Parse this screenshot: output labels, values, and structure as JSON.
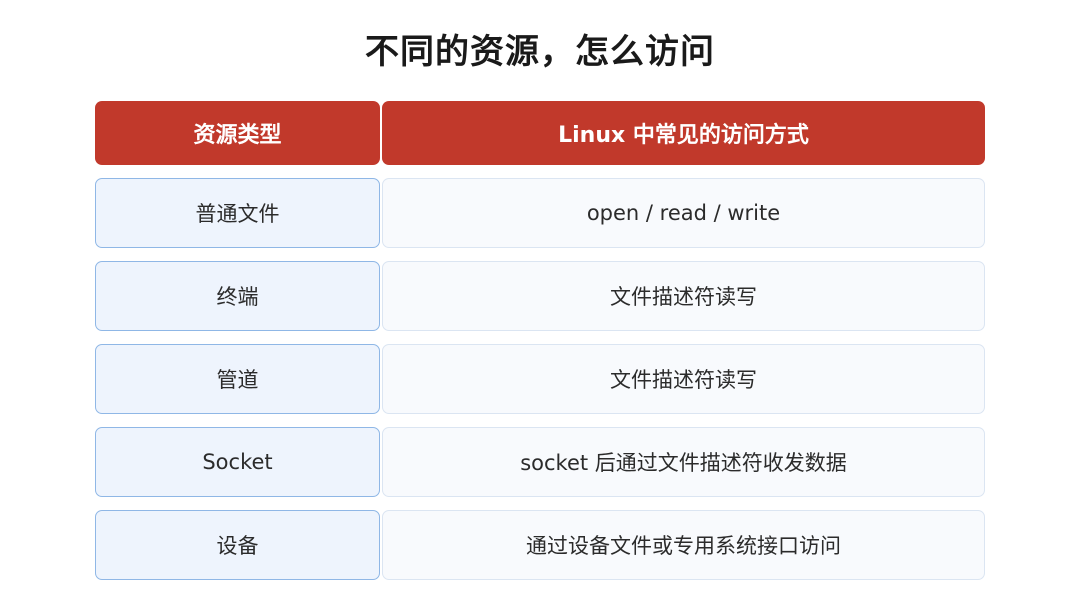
{
  "title": "不同的资源，怎么访问",
  "colors": {
    "header_bg": "#c1392b",
    "col1_bg": "#eef4fd",
    "col1_border": "#8fb7e6",
    "col2_bg": "#f8fafd"
  },
  "table": {
    "headers": [
      "资源类型",
      "Linux 中常见的访问方式"
    ],
    "rows": [
      {
        "type": "普通文件",
        "method": "open / read / write"
      },
      {
        "type": "终端",
        "method": "文件描述符读写"
      },
      {
        "type": "管道",
        "method": "文件描述符读写"
      },
      {
        "type": "Socket",
        "method": "socket 后通过文件描述符收发数据"
      },
      {
        "type": "设备",
        "method": "通过设备文件或专用系统接口访问"
      }
    ]
  }
}
